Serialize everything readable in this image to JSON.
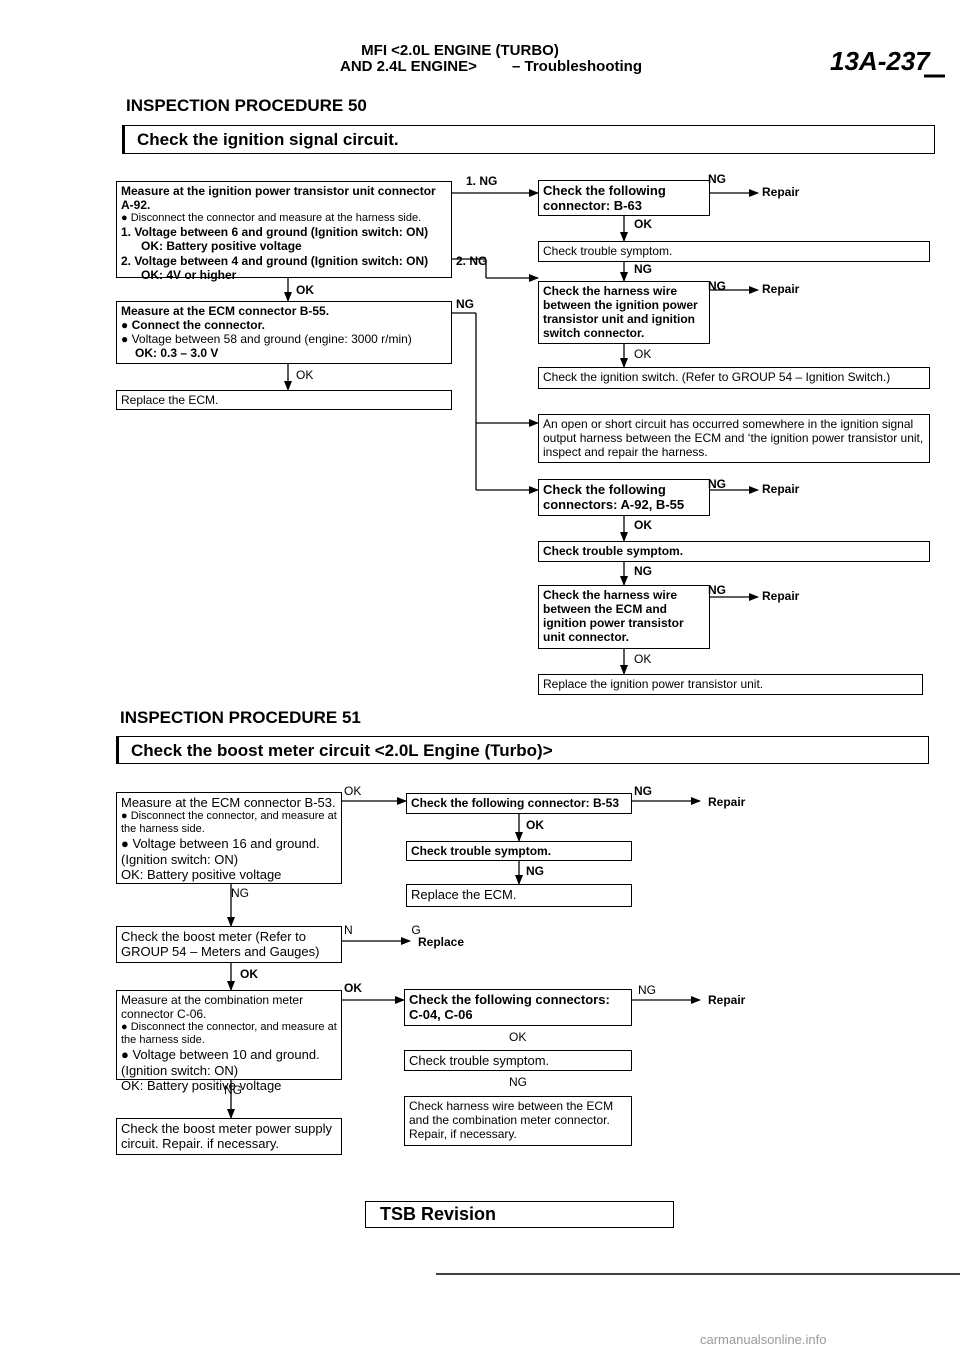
{
  "header": {
    "line1": "MFI <2.0L ENGINE (TURBO)",
    "line2a": "AND 2.4L ENGINE>",
    "line2b": "– Troubleshooting",
    "page": "13A-237"
  },
  "proc50": {
    "heading": "INSPECTION PROCEDURE 50",
    "title": "Check the ignition signal circuit.",
    "box1": {
      "title": "Measure at the ignition power transistor unit connector A-92.",
      "b1": "Disconnect the connector and measure at the harness side.",
      "l1": "1. Voltage between 6 and ground (Ignition switch: ON)",
      "l2": "OK: Battery positive voltage",
      "l3": "2. Voltage between 4 and ground (Ignition switch: ON)",
      "l4": "OK: 4V or higher"
    },
    "box2": {
      "title": "Measure at the ECM connector B-55.",
      "b1": "Connect the connector.",
      "b2": "Voltage between 58 and ground (engine: 3000 r/min)",
      "ok": "OK: 0.3 – 3.0 V"
    },
    "replace_ecm": "Replace the ECM.",
    "r1": "Check the following connector: B-63",
    "r2": "Check trouble symptom.",
    "r3": "Check the harness wire between the ignition power transistor unit and ignition switch connector.",
    "r4": "Check the ignition switch. (Refer to GROUP 54 – Ignition Switch.)",
    "r5": "An open or short circuit has occurred somewhere in the ignition signal output harness between the ECM and ‘the ignition power transistor unit, inspect and repair the harness.",
    "r6": "Check the following connectors: A-92, B-55",
    "r7": "Check trouble symptom.",
    "r8": "Check the harness wire between the ECM and ignition power transistor unit connector.",
    "r9": "Replace the ignition power transistor unit."
  },
  "proc51": {
    "heading": "INSPECTION PROCEDURE 51",
    "title": "Check the boost meter circuit <2.0L Engine (Turbo)>",
    "box1": {
      "title": "Measure at the ECM connector B-53.",
      "b1": "Disconnect the connector, and measure at the harness side.",
      "b2": "Voltage between 16 and ground. (Ignition switch: ON)",
      "ok": "OK: Battery positive voltage"
    },
    "box2": "Check the boost meter (Refer to GROUP 54 – Meters and Gauges)",
    "box3": {
      "title": "Measure at the combination meter connector C-06.",
      "b1": "Disconnect the connector, and measure at the harness side.",
      "b2": "Voltage between 10 and ground. (Ignition switch: ON)",
      "ok": "OK: Battery positive voltage"
    },
    "box4": "Check the boost meter power supply circuit. Repair. if necessary.",
    "r1": "Check the following connector: B-53",
    "r2": "Check trouble symptom.",
    "r3": "Replace the ECM.",
    "r4": "Check the following connectors: C-04, C-06",
    "r5": "Check trouble symptom.",
    "r6": "Check harness wire between the ECM and the combination meter connector. Repair, if necessary.",
    "replace": "Replace"
  },
  "labels": {
    "ok": "OK",
    "ng": "NG",
    "ng1": "1. NG",
    "ng2": "2. NG",
    "n_g": "N  G",
    "repair": "Repair"
  },
  "footer": {
    "tsb": "TSB Revision",
    "watermark": "carmanualsonline.info"
  }
}
